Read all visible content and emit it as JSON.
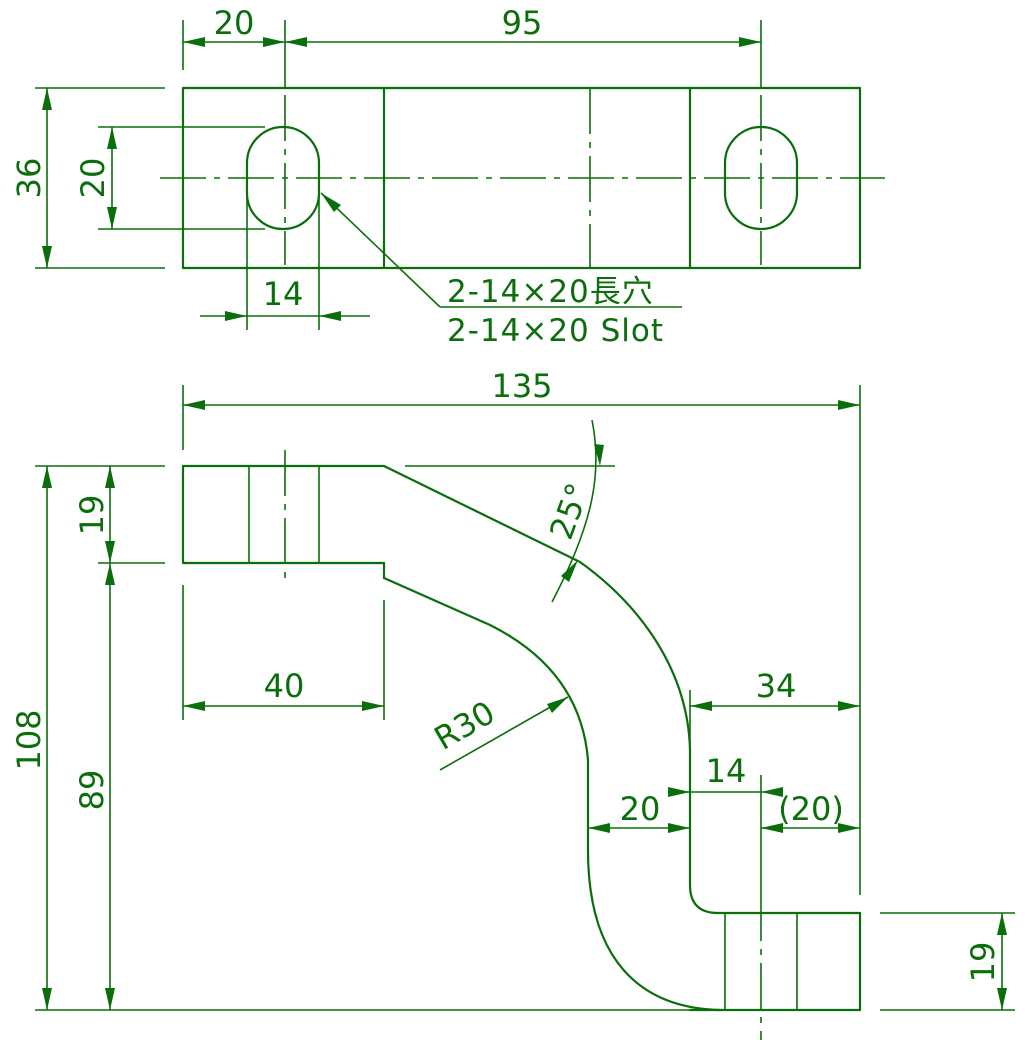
{
  "colors": {
    "line": "#0a6e0a",
    "background": "#ffffff"
  },
  "top_view": {
    "dim_20_left": "20",
    "dim_95": "95",
    "dim_36": "36",
    "dim_20_slot": "20",
    "dim_14": "14",
    "slot_note_jp": "2-14×20長穴",
    "slot_note_en": "2-14×20 Slot"
  },
  "front_view": {
    "dim_135": "135",
    "dim_108": "108",
    "dim_19_top": "19",
    "dim_89": "89",
    "dim_40": "40",
    "dim_25deg": "25°",
    "dim_r30": "R30",
    "dim_34": "34",
    "dim_14_lower": "14",
    "dim_20_lower": "20",
    "dim_20_ref": "(20)",
    "dim_19_right": "19"
  }
}
